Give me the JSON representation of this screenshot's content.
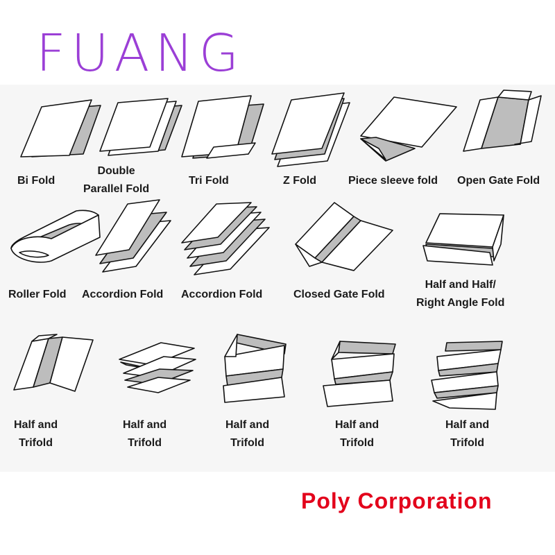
{
  "brand": {
    "wordmark": "FUANG",
    "color": "#9b3fd6"
  },
  "folds": {
    "bi_fold": "Bi Fold",
    "double_parallel_1": "Double",
    "double_parallel_2": "Parallel Fold",
    "tri_fold": "Tri Fold",
    "z_fold": "Z Fold",
    "piece_sleeve_fold": "Piece sleeve fold",
    "open_gate_fold": "Open Gate Fold",
    "roller_fold": "Roller Fold",
    "accordion_fold_a": "Accordion Fold",
    "accordion_fold_b": "Accordion Fold",
    "closed_gate_fold": "Closed Gate Fold",
    "half_and_half_1": "Half and Half/",
    "half_and_half_2": "Right Angle Fold",
    "half_trifold_1_a": "Half and",
    "half_trifold_1_b": "Trifold",
    "half_trifold_2_a": "Half and",
    "half_trifold_2_b": "Trifold",
    "half_trifold_3_a": "Half and",
    "half_trifold_3_b": "Trifold",
    "half_trifold_4_a": "Half and",
    "half_trifold_4_b": "Trifold",
    "half_trifold_5_a": "Half and",
    "half_trifold_5_b": "Trifold"
  },
  "footer": {
    "company": "Poly Corporation",
    "color": "#e3001b"
  }
}
